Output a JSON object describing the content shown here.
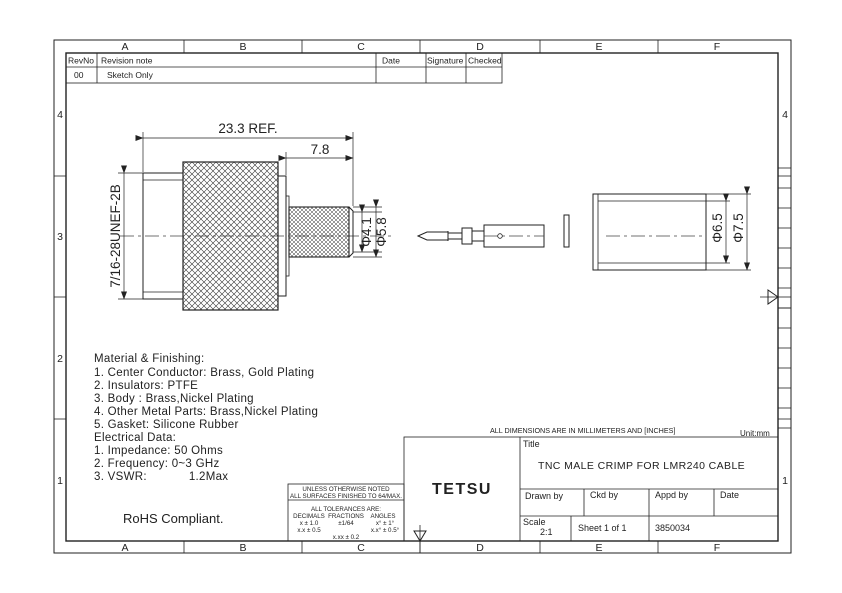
{
  "zones": {
    "columns": [
      "A",
      "B",
      "C",
      "D",
      "E",
      "F"
    ],
    "rows": [
      "4",
      "3",
      "2",
      "1"
    ]
  },
  "revision_table": {
    "headers": [
      "RevNo",
      "Revision note",
      "Date",
      "Signature",
      "Checked"
    ],
    "row": {
      "rev": "00",
      "note": "Sketch Only",
      "date": "",
      "signature": "",
      "checked": ""
    }
  },
  "dimensions": {
    "overall_length": "23.3 REF.",
    "crimp_length": "7.8",
    "thread": "7/16-28UNEF-2B",
    "crimp_inner_dia": "Φ4.1",
    "crimp_outer_dia": "Φ5.8",
    "ferrule_inner_dia": "Φ6.5",
    "ferrule_outer_dia": "Φ7.5"
  },
  "notes": {
    "lines": [
      "Material & Finishing:",
      "1. Center Conductor: Brass, Gold Plating",
      "2. Insulators: PTFE",
      "3. Body : Brass,Nickel Plating",
      "4. Other Metal Parts: Brass,Nickel Plating",
      "5. Gasket: Silicone Rubber",
      "Electrical Data:",
      "1. Impedance: 50 Ohms",
      "2. Frequency: 0~3 GHz",
      "3. VSWR:            1.2Max"
    ],
    "rohs": "RoHS Compliant."
  },
  "tolerance_block": {
    "line1": "UNLESS OTHERWISE NOTED",
    "line2": "ALL SURFACES FINISHED TO 64/MAX.",
    "line3": "ALL TOLERANCES ARE:",
    "col_decimals": "DECIMALS",
    "col_fractions": "FRACTIONS",
    "col_angles": "ANGLES",
    "dec1": "x ± 1.0",
    "dec2": "x.x ± 0.5",
    "dec3": "x.xx ± 0.2",
    "frac": "±1/64",
    "ang1": "x° ± 1°",
    "ang2": "x.x° ± 0.5°"
  },
  "title_block": {
    "dimensions_note": "ALL DIMENSIONS ARE IN MILLIMETERS AND [INCHES]",
    "unit": "Unit:mm",
    "title_label": "Title",
    "title": "TNC MALE CRIMP FOR LMR240 CABLE",
    "company": "TETSU",
    "drawn_by": "Drawn by",
    "ckd_by": "Ckd by",
    "appd_by": "Appd by",
    "date": "Date",
    "scale_label": "Scale",
    "scale": "2:1",
    "sheet": "Sheet 1 of 1",
    "drawing_no": "3850034"
  }
}
